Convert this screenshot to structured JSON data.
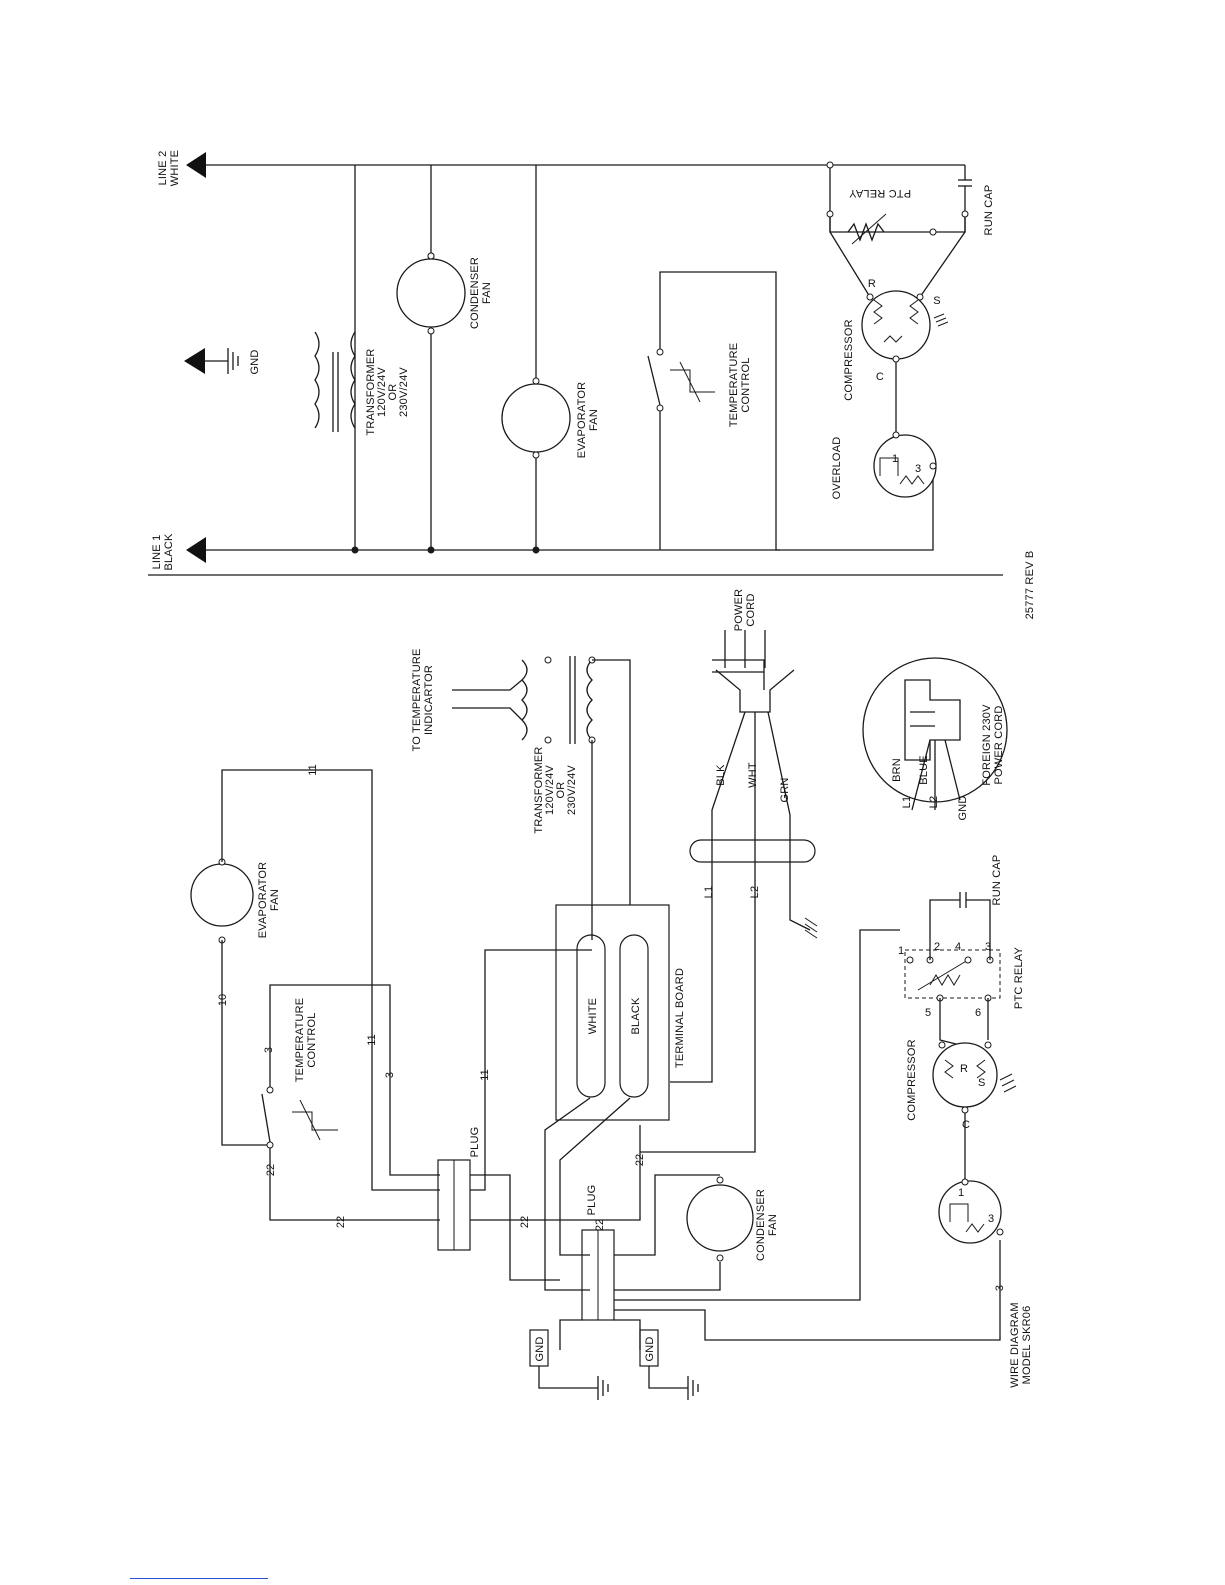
{
  "schematic": {
    "line2": [
      "LINE 2",
      "WHITE"
    ],
    "line1": [
      "LINE 1",
      "BLACK"
    ],
    "gnd": "GND",
    "transformer": [
      "TRANSFORMER",
      "120V/24V",
      "OR",
      "230V/24V"
    ],
    "condenser_fan": [
      "CONDENSER",
      "FAN"
    ],
    "evaporator_fan": [
      "EVAPORATOR",
      "FAN"
    ],
    "temperature_control": [
      "TEMPERATURE",
      "CONTROL"
    ],
    "ptc_relay": "PTC RELAY",
    "run_cap": "RUN CAP",
    "compressor": "COMPRESSOR",
    "overload": "OVERLOAD",
    "term_r": "R",
    "term_s": "S",
    "term_c": "C",
    "overload_terms": [
      "1",
      "3"
    ],
    "rev": "25777  REV B"
  },
  "wiring": {
    "evaporator_fan": [
      "EVAPORATOR",
      "FAN"
    ],
    "temperature_control": [
      "TEMPERATURE",
      "CONTROL"
    ],
    "transformer": [
      "TRANSFORMER",
      "120V/24V",
      "OR",
      "230V/24V"
    ],
    "to_temperature_indicator": [
      "TO TEMPERATURE",
      "INDICARTOR"
    ],
    "power_cord": [
      "POWER",
      "CORD"
    ],
    "cord_wires": [
      "BLK",
      "WHT",
      "GRN"
    ],
    "white": "WHITE",
    "black": "BLACK",
    "terminal_board": "TERMINAL BOARD",
    "l1": "L1",
    "l2": "L2",
    "plug": "PLUG",
    "condenser_fan": [
      "CONDENSER",
      "FAN"
    ],
    "compressor": "COMPRESSOR",
    "ptc_relay": "PTC RELAY",
    "run_cap": "RUN CAP",
    "relay_terms": [
      "1",
      "2",
      "4",
      "3",
      "5",
      "6"
    ],
    "term_r": "R",
    "term_s": "S",
    "term_c": "C",
    "overload_terms": [
      "1",
      "3"
    ],
    "gnd": "GND",
    "foreign_cord": [
      "FOREIGN 230V",
      "POWER CORD"
    ],
    "foreign_wires": [
      [
        "L1",
        "BRN"
      ],
      [
        "L2",
        "BLUE"
      ],
      [
        "GND",
        ""
      ]
    ],
    "wire_numbers": [
      "11",
      "10",
      "3",
      "22",
      "22",
      "22",
      "3",
      "11",
      "11",
      "22",
      "22",
      "3"
    ],
    "wire_diagram": [
      "WIRE DIAGRAM",
      "MODEL SKR06"
    ]
  }
}
